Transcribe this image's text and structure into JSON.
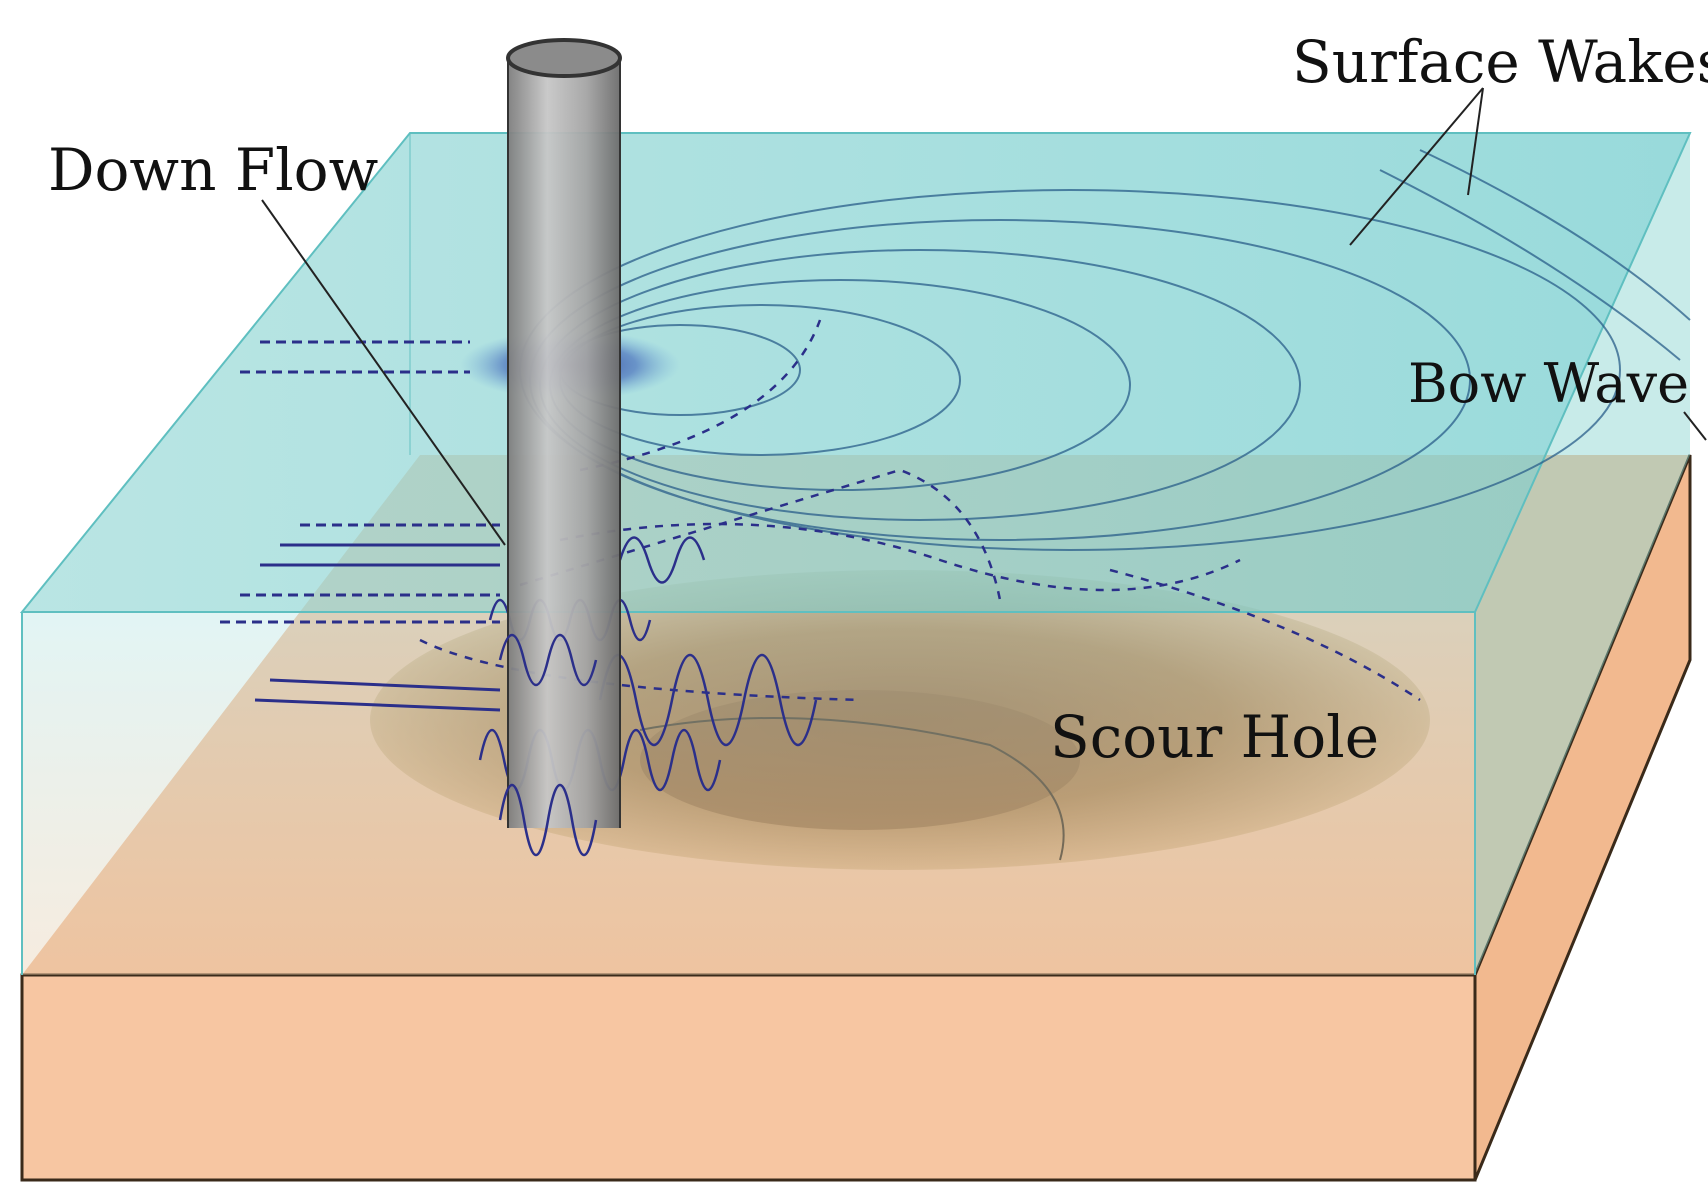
{
  "labels": {
    "surface_wakes": "Surface Wakes",
    "down_flow": "Down Flow",
    "bow_wave": "Bow Wave",
    "scour_hole": "Scour Hole"
  },
  "colors": {
    "water": "#a8dcdc",
    "water_edge": "#6fc6c8",
    "sediment": "#f7c4a0",
    "sediment_dark": "#9c6a3c",
    "sediment_side": "#f5bd95",
    "pile": "#a9a9a9",
    "flow_lines": "#2b2f8a"
  },
  "icons": {
    "pile": "cylinder-pier",
    "flow": "horseshoe-vortex"
  }
}
